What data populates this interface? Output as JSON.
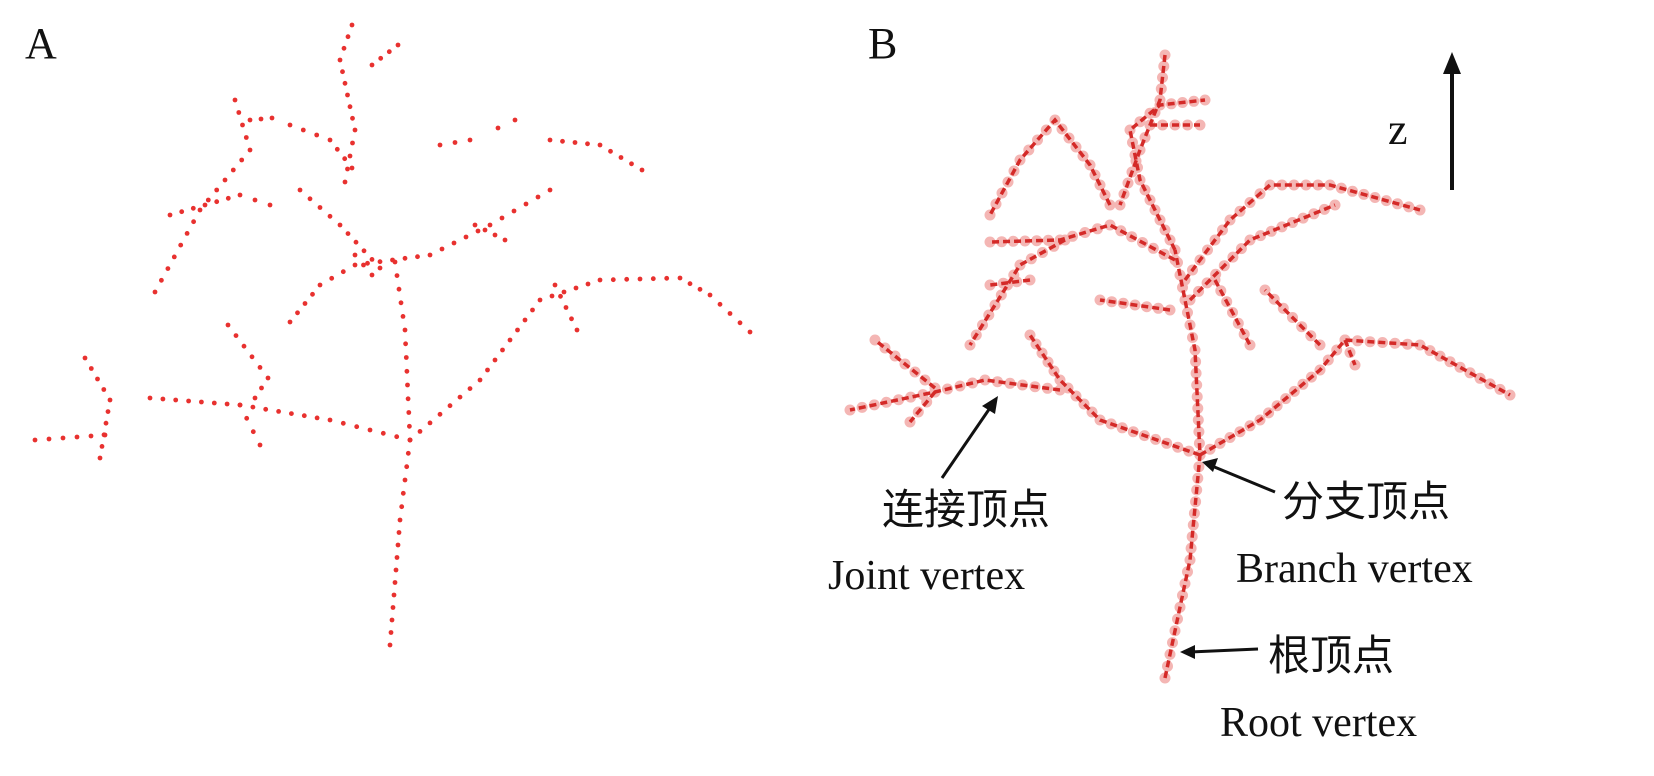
{
  "panels": {
    "a": {
      "label": "A"
    },
    "b": {
      "label": "B"
    }
  },
  "axis": {
    "label": "z"
  },
  "annotations": {
    "joint": {
      "cn": "连接顶点",
      "en": "Joint vertex"
    },
    "branch": {
      "cn": "分支顶点",
      "en": "Branch vertex"
    },
    "root": {
      "cn": "根顶点",
      "en": "Root vertex"
    }
  },
  "colors": {
    "point": "#e8312f",
    "edge": "#d42a28",
    "vertex": "#f4b6b4",
    "arrow": "#111111"
  }
}
